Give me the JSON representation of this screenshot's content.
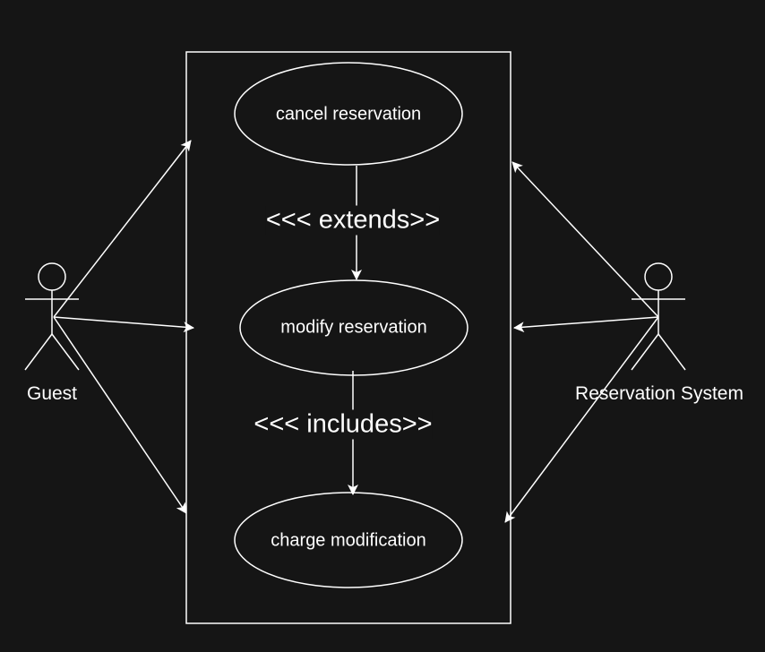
{
  "use_cases": {
    "cancel": "cancel reservation",
    "modify": "modify reservation",
    "charge": "charge modification"
  },
  "actors": {
    "guest": "Guest",
    "system": "Reservation System"
  },
  "relations": {
    "extends": "<<< extends>>",
    "includes": "<<< includes>>"
  },
  "colors": {
    "background": "#151515",
    "stroke": "#ffffff",
    "text": "#ffffff"
  }
}
